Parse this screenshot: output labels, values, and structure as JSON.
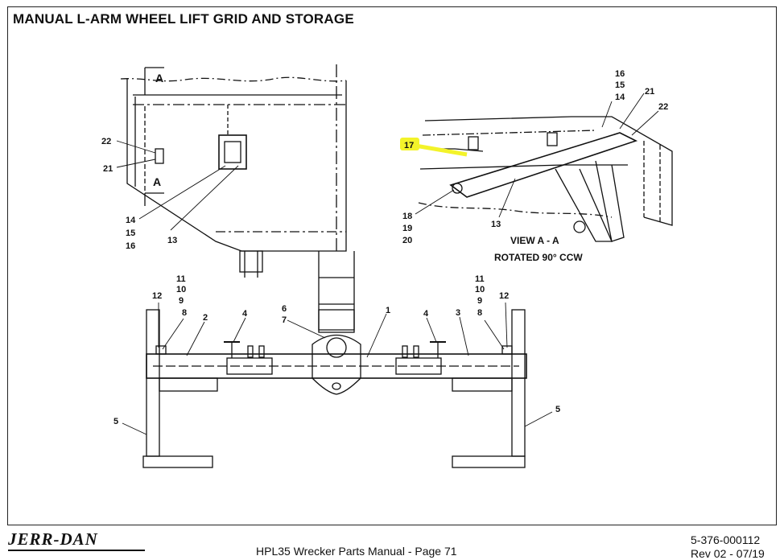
{
  "title": "MANUAL L-ARM WHEEL LIFT GRID AND STORAGE",
  "footer": {
    "brand": "JERR-DAN",
    "center": "HPL35 Wrecker Parts Manual - Page 71",
    "doc_number": "5-376-000112",
    "revision": "Rev 02 - 07/19"
  },
  "view_labels": {
    "section_top": "A",
    "section_bottom": "A",
    "view_aa": "VIEW A - A",
    "rotated": "ROTATED 90° CCW"
  },
  "callouts": {
    "c22_left": "22",
    "c21_left": "21",
    "c14_15_16": [
      "14",
      "15",
      "16"
    ],
    "c13_left": "13",
    "c16_15_14_right": [
      "16",
      "15",
      "14"
    ],
    "c21_right": "21",
    "c22_right": "22",
    "c17": "17",
    "c18_19_20": [
      "18",
      "19",
      "20"
    ],
    "c13_right": "13",
    "c11_10_9_8_left": [
      "11",
      "10",
      "9",
      "8"
    ],
    "c12_left": "12",
    "c2": "2",
    "c4_left": "4",
    "c6_7": [
      "6",
      "7"
    ],
    "c1": "1",
    "c4_right": "4",
    "c3": "3",
    "c11_10_9_8_right": [
      "11",
      "10",
      "9",
      "8"
    ],
    "c12_right": "12",
    "c5_left": "5",
    "c5_right": "5"
  },
  "colors": {
    "highlight": "#f3f32a",
    "line": "#111111"
  }
}
